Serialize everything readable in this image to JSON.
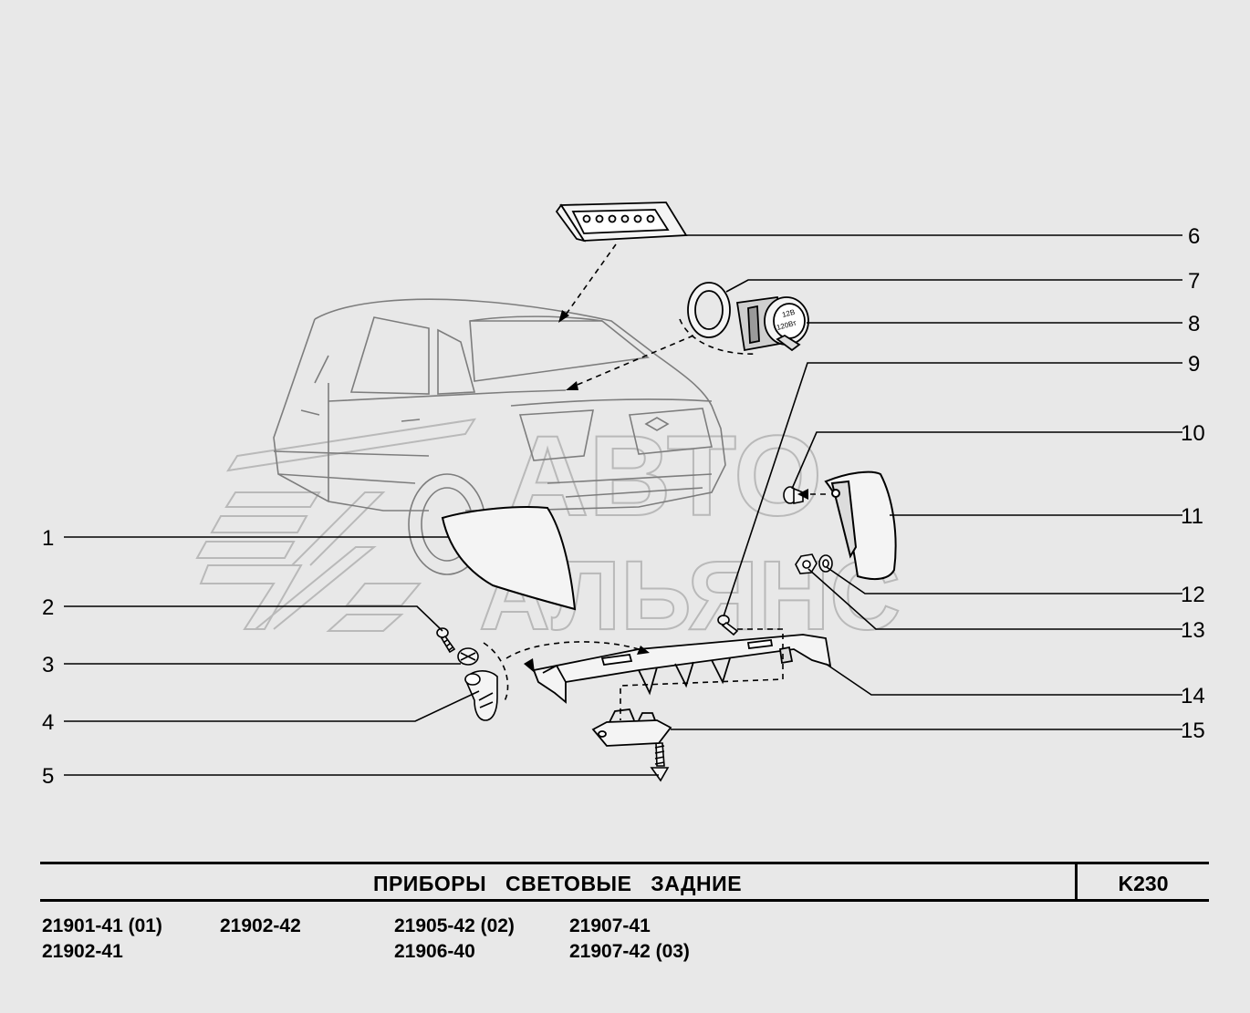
{
  "title": "ПРИБОРЫ   СВЕТОВЫЕ   ЗАДНИЕ",
  "code": "K230",
  "watermark": {
    "line1": "АВТО",
    "line2": "АЛЬЯНС"
  },
  "callouts": [
    "1",
    "2",
    "3",
    "4",
    "5",
    "6",
    "7",
    "8",
    "9",
    "10",
    "11",
    "12",
    "13",
    "14",
    "15"
  ],
  "models": {
    "c1": [
      "21901-41 (01)",
      "21902-41"
    ],
    "c2": [
      "21902-42"
    ],
    "c3": [
      "21905-42 (02)",
      "21906-40"
    ],
    "c4": [
      "21907-41",
      "21907-42 (03)"
    ]
  },
  "socket_label": {
    "line1": "12В",
    "line2": "120Вт"
  },
  "colors": {
    "background": "#e8e8e8",
    "ink": "#000000",
    "watermark": "#b9b9b9"
  }
}
